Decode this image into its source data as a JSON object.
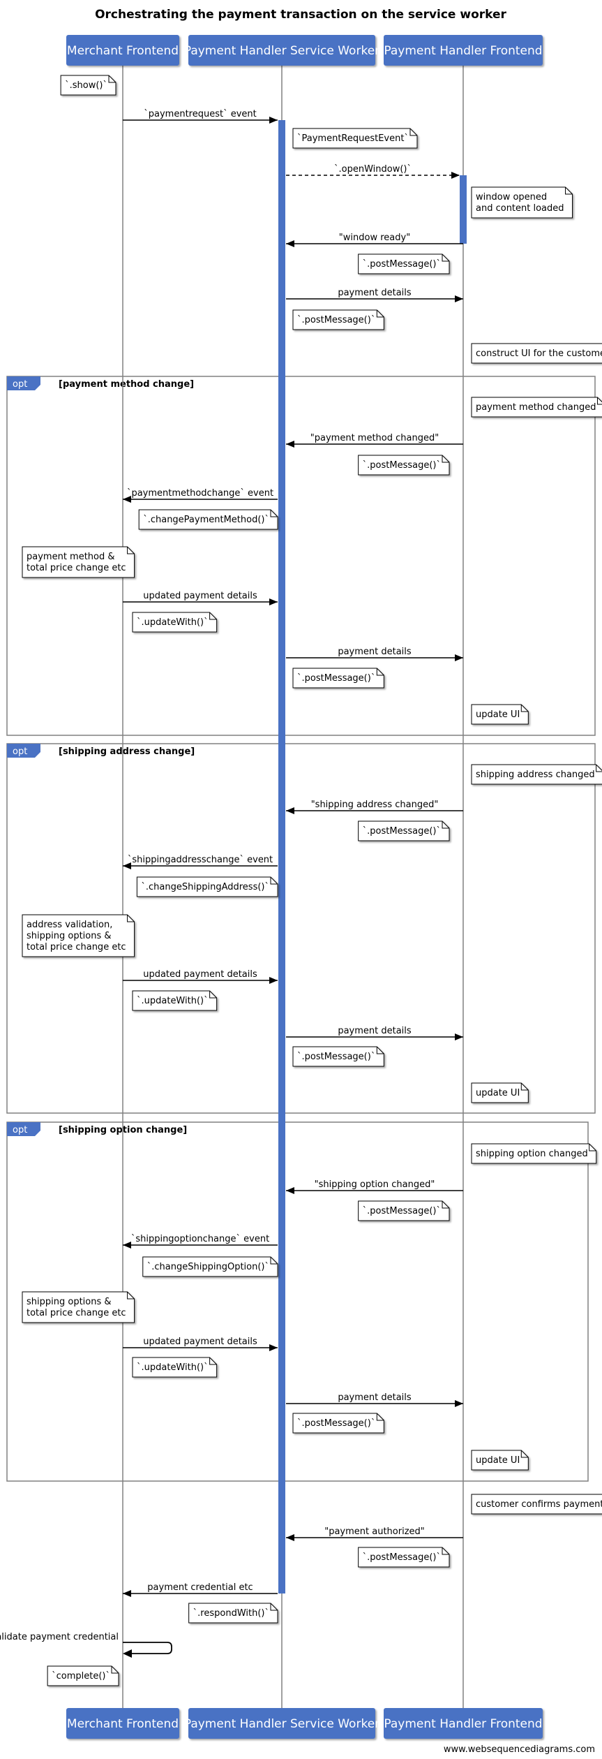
{
  "title": "Orchestrating the payment transaction on the service worker",
  "footer": "www.websequencediagrams.com",
  "colors": {
    "actor": "#4a72c4",
    "activation": "#4a72c4",
    "line": "#000000",
    "frame": "#808080"
  },
  "participants": [
    "Merchant Frontend",
    "Payment Handler Service Worker",
    "Payment Handler Frontend"
  ],
  "frames": [
    {
      "label": "opt",
      "condition": "[payment method change]"
    },
    {
      "label": "opt",
      "condition": "[shipping address change]"
    },
    {
      "label": "opt",
      "condition": "[shipping option change]"
    }
  ],
  "steps": [
    {
      "kind": "note",
      "at": 0,
      "lines": [
        "`.show()`"
      ]
    },
    {
      "kind": "msg",
      "from": 0,
      "to": 1,
      "text": "`paymentrequest` event"
    },
    {
      "kind": "note",
      "at": 1,
      "lines": [
        "`PaymentRequestEvent`"
      ]
    },
    {
      "kind": "msg",
      "from": 1,
      "to": 2,
      "text": "`.openWindow()`",
      "dashed": true
    },
    {
      "kind": "note",
      "at": 2,
      "lines": [
        "window opened",
        "and content loaded"
      ]
    },
    {
      "kind": "msg",
      "from": 2,
      "to": 1,
      "text": "\"window ready\""
    },
    {
      "kind": "note",
      "at": 1,
      "lines": [
        "`.postMessage()`"
      ]
    },
    {
      "kind": "msg",
      "from": 1,
      "to": 2,
      "text": "payment details"
    },
    {
      "kind": "note",
      "at": 1,
      "lines": [
        "`.postMessage()`"
      ]
    },
    {
      "kind": "note",
      "at": 2,
      "lines": [
        "construct UI for the customer"
      ]
    },
    {
      "kind": "note",
      "at": 2,
      "lines": [
        "payment method changed"
      ]
    },
    {
      "kind": "msg",
      "from": 2,
      "to": 1,
      "text": "\"payment method changed\""
    },
    {
      "kind": "note",
      "at": 1,
      "lines": [
        "`.postMessage()`"
      ]
    },
    {
      "kind": "msg",
      "from": 1,
      "to": 0,
      "text": "`paymentmethodchange` event"
    },
    {
      "kind": "note",
      "at": 1,
      "lines": [
        "`.changePaymentMethod()`"
      ]
    },
    {
      "kind": "note",
      "at": 0,
      "lines": [
        "payment method &",
        "total price change etc"
      ]
    },
    {
      "kind": "msg",
      "from": 0,
      "to": 1,
      "text": "updated payment details"
    },
    {
      "kind": "note",
      "at": 0,
      "lines": [
        "`.updateWith()`"
      ]
    },
    {
      "kind": "msg",
      "from": 1,
      "to": 2,
      "text": "payment details"
    },
    {
      "kind": "note",
      "at": 1,
      "lines": [
        "`.postMessage()`"
      ]
    },
    {
      "kind": "note",
      "at": 2,
      "lines": [
        "update UI"
      ]
    },
    {
      "kind": "note",
      "at": 2,
      "lines": [
        "shipping address changed"
      ]
    },
    {
      "kind": "msg",
      "from": 2,
      "to": 1,
      "text": "\"shipping address changed\""
    },
    {
      "kind": "note",
      "at": 1,
      "lines": [
        "`.postMessage()`"
      ]
    },
    {
      "kind": "msg",
      "from": 1,
      "to": 0,
      "text": "`shippingaddresschange` event"
    },
    {
      "kind": "note",
      "at": 1,
      "lines": [
        "`.changeShippingAddress()`"
      ]
    },
    {
      "kind": "note",
      "at": 0,
      "lines": [
        "address validation,",
        "shipping options &",
        "total price change etc"
      ]
    },
    {
      "kind": "msg",
      "from": 0,
      "to": 1,
      "text": "updated payment details"
    },
    {
      "kind": "note",
      "at": 0,
      "lines": [
        "`.updateWith()`"
      ]
    },
    {
      "kind": "msg",
      "from": 1,
      "to": 2,
      "text": "payment details"
    },
    {
      "kind": "note",
      "at": 1,
      "lines": [
        "`.postMessage()`"
      ]
    },
    {
      "kind": "note",
      "at": 2,
      "lines": [
        "update UI"
      ]
    },
    {
      "kind": "note",
      "at": 2,
      "lines": [
        "shipping option changed"
      ]
    },
    {
      "kind": "msg",
      "from": 2,
      "to": 1,
      "text": "\"shipping option changed\""
    },
    {
      "kind": "note",
      "at": 1,
      "lines": [
        "`.postMessage()`"
      ]
    },
    {
      "kind": "msg",
      "from": 1,
      "to": 0,
      "text": "`shippingoptionchange` event"
    },
    {
      "kind": "note",
      "at": 1,
      "lines": [
        "`.changeShippingOption()`"
      ]
    },
    {
      "kind": "note",
      "at": 0,
      "lines": [
        "shipping options &",
        "total price change etc"
      ]
    },
    {
      "kind": "msg",
      "from": 0,
      "to": 1,
      "text": "updated payment details"
    },
    {
      "kind": "note",
      "at": 0,
      "lines": [
        "`.updateWith()`"
      ]
    },
    {
      "kind": "msg",
      "from": 1,
      "to": 2,
      "text": "payment details"
    },
    {
      "kind": "note",
      "at": 1,
      "lines": [
        "`.postMessage()`"
      ]
    },
    {
      "kind": "note",
      "at": 2,
      "lines": [
        "update UI"
      ]
    },
    {
      "kind": "note",
      "at": 2,
      "lines": [
        "customer confirms payment"
      ]
    },
    {
      "kind": "msg",
      "from": 2,
      "to": 1,
      "text": "\"payment authorized\""
    },
    {
      "kind": "note",
      "at": 1,
      "lines": [
        "`.postMessage()`"
      ]
    },
    {
      "kind": "msg",
      "from": 1,
      "to": 0,
      "text": "payment credential etc"
    },
    {
      "kind": "note",
      "at": 1,
      "lines": [
        "`.respondWith()`"
      ]
    },
    {
      "kind": "self",
      "at": 0,
      "text": "validate payment credential"
    },
    {
      "kind": "note",
      "at": 0,
      "lines": [
        "`complete()`"
      ]
    }
  ]
}
